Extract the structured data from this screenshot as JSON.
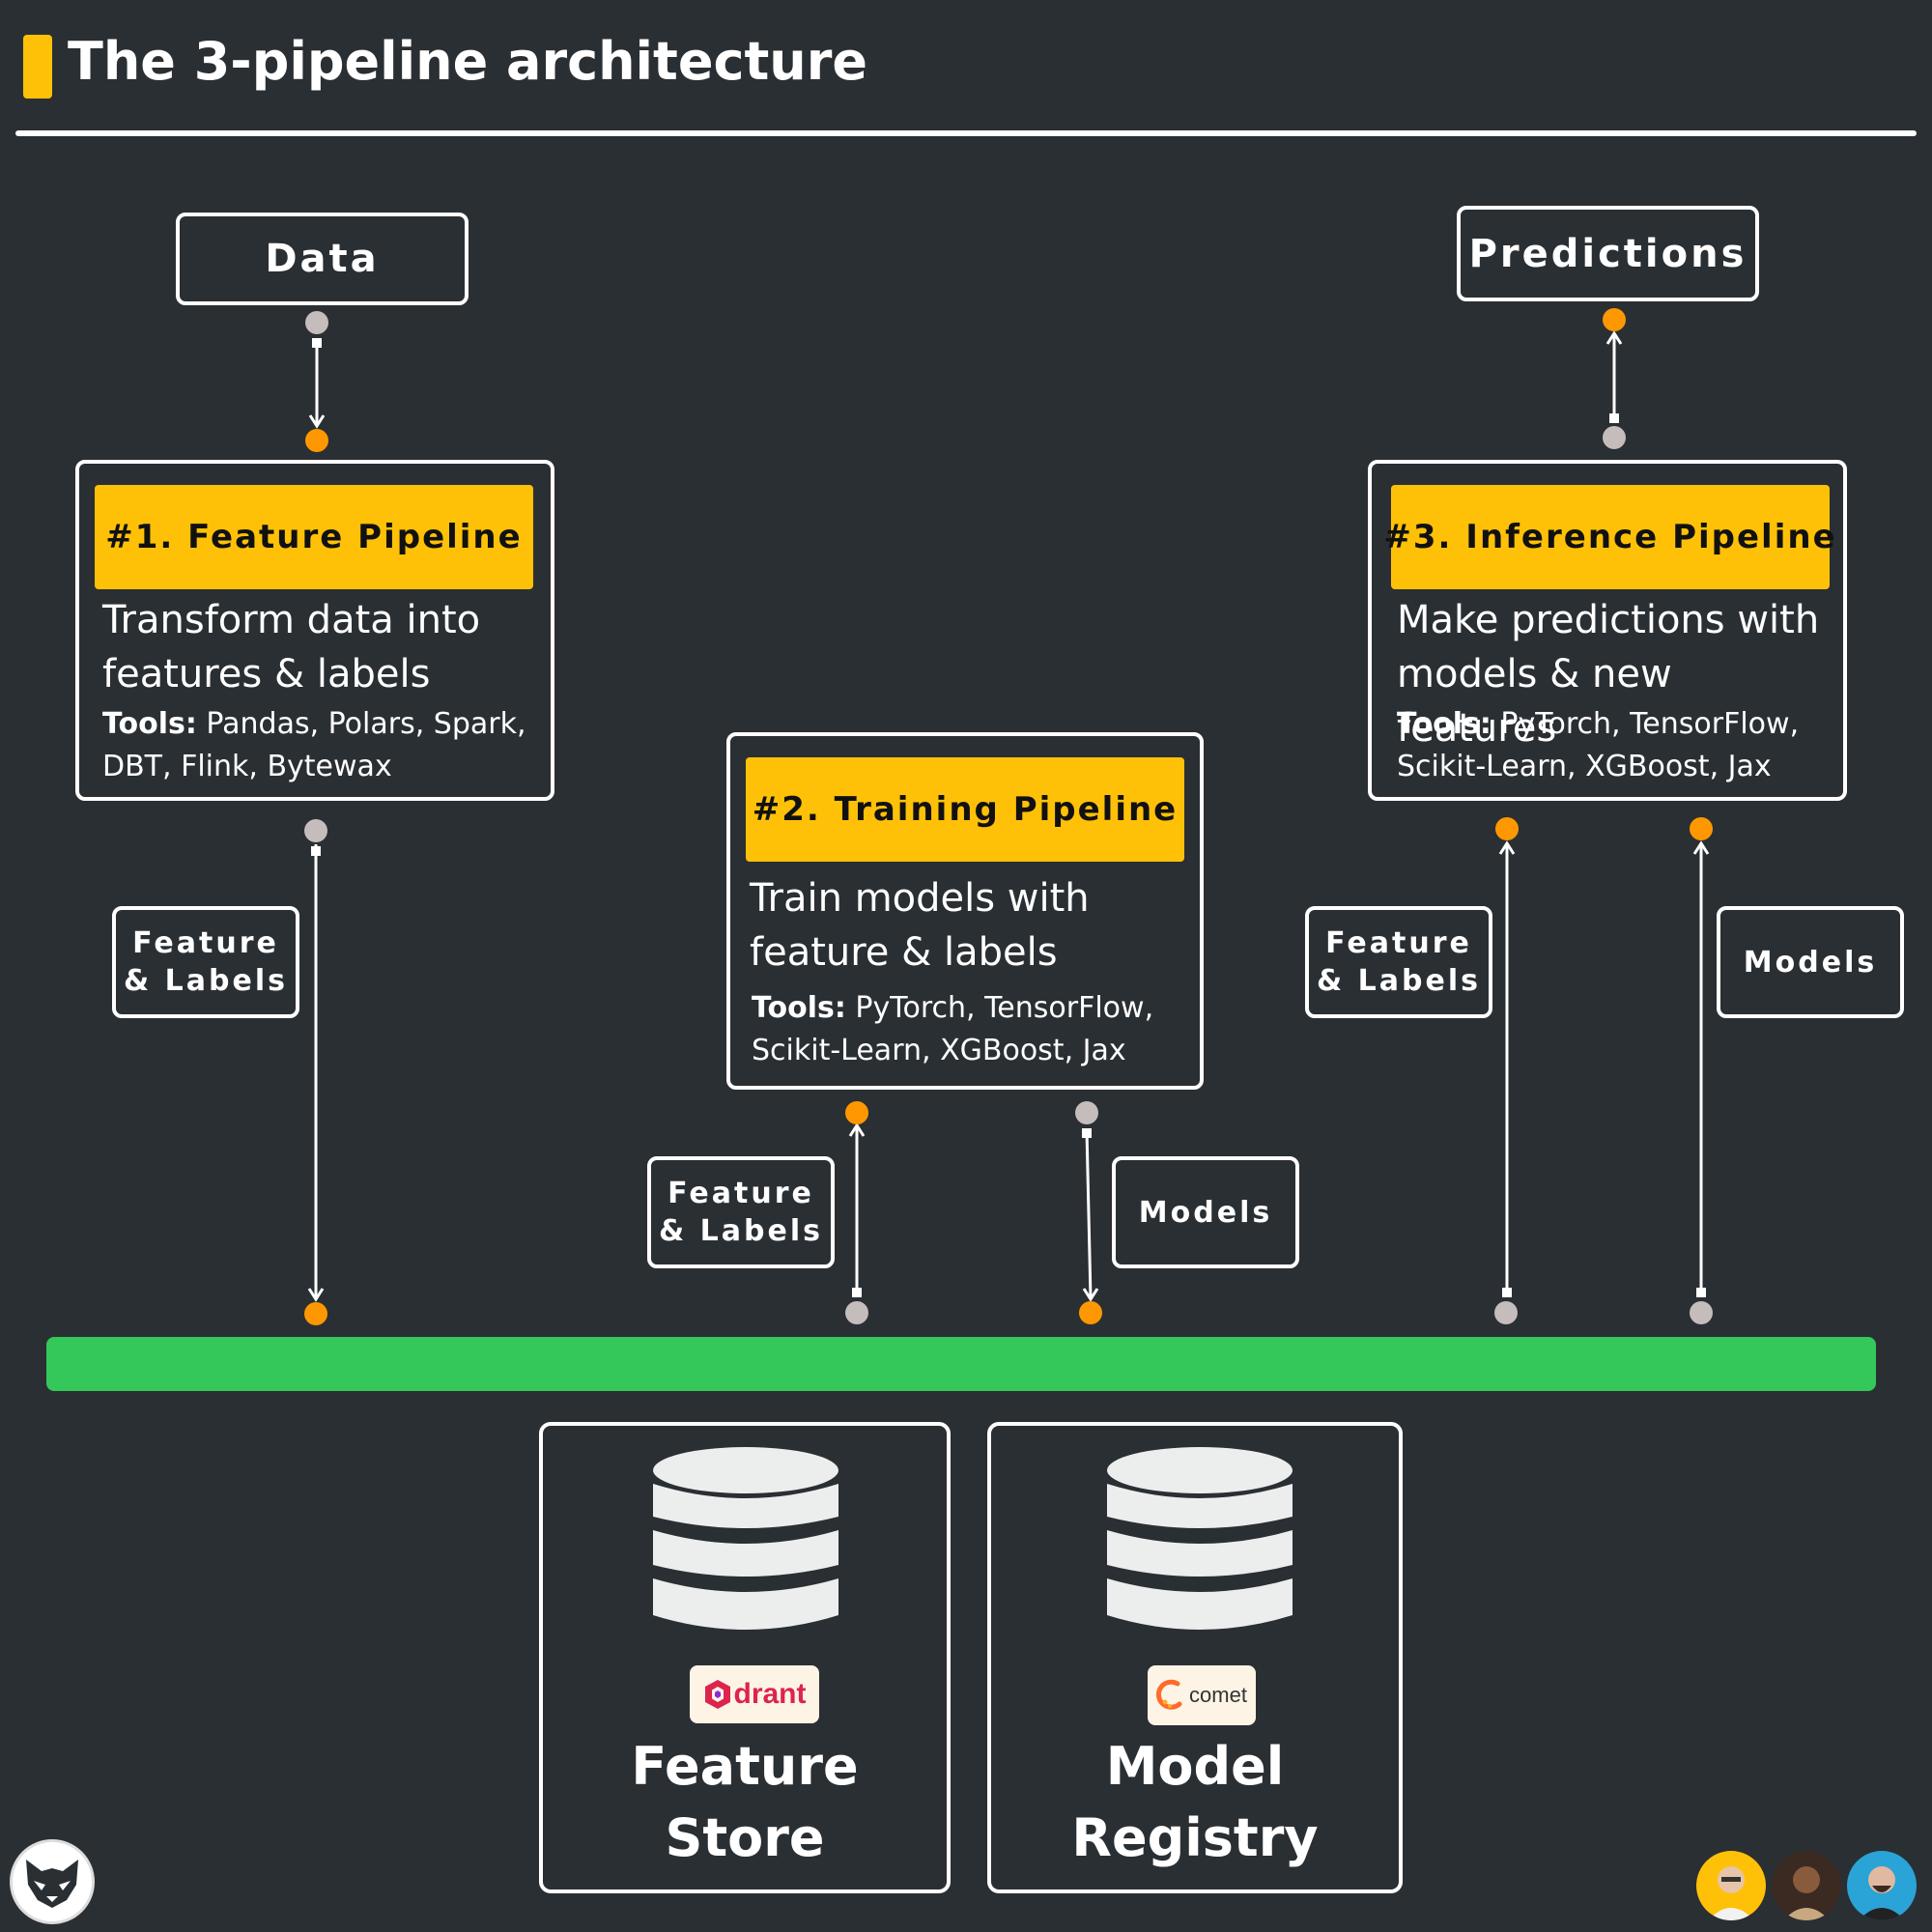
{
  "header": {
    "title": "The 3-pipeline architecture"
  },
  "nodes": {
    "data": "Data",
    "predictions": "Predictions"
  },
  "pipelines": {
    "feature": {
      "title": "#1. Feature Pipeline",
      "description": "Transform data into features & labels",
      "tools_label": "Tools:",
      "tools": "Pandas, Polars, Spark, DBT, Flink, Bytewax"
    },
    "training": {
      "title": "#2. Training Pipeline",
      "description": "Train models with feature & labels",
      "tools_label": "Tools:",
      "tools": "PyTorch, TensorFlow, Scikit-Learn, XGBoost, Jax"
    },
    "inference": {
      "title": "#3. Inference Pipeline",
      "description": "Make predictions with models & new features",
      "tools_label": "Tools:",
      "tools": "PyTorch, TensorFlow, Scikit-Learn, XGBoost, Jax"
    }
  },
  "edge_labels": {
    "feature_out": "Feature\n& Labels",
    "training_in": "Feature\n& Labels",
    "training_out": "Models",
    "inference_features": "Feature\n& Labels",
    "inference_models": "Models"
  },
  "stores": {
    "feature_store": {
      "title_line1": "Feature",
      "title_line2": "Store",
      "logo_text": "drant"
    },
    "model_registry": {
      "title_line1": "Model",
      "title_line2": "Registry",
      "logo_text": "comet"
    }
  },
  "colors": {
    "background": "#2a2f33",
    "accent_yellow": "#ffc107",
    "bus_green": "#34c759",
    "dot_orange": "#ff9800",
    "dot_gray": "#c5bcbc"
  }
}
